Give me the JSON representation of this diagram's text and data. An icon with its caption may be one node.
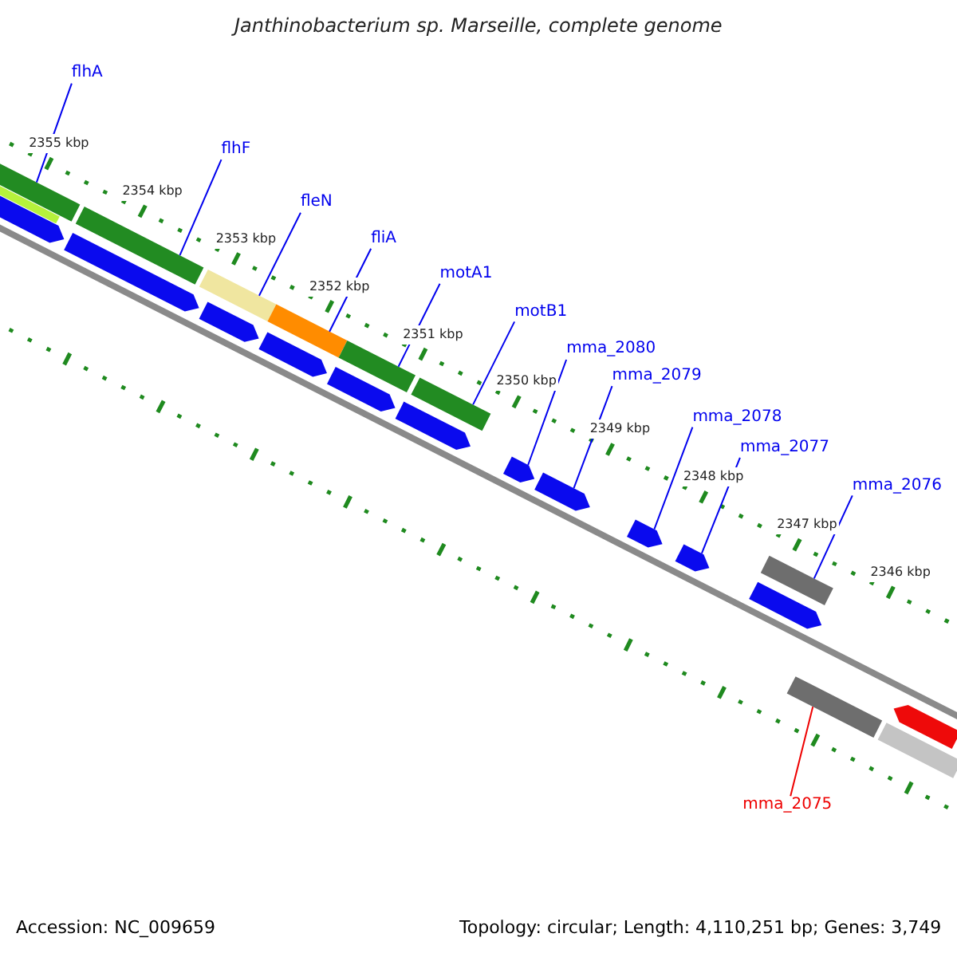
{
  "diagram": {
    "title": "Janthinobacterium sp. Marseille, complete genome",
    "nodes": [
      {
        "text": [
          "flhA"
        ]
      },
      {
        "text": [],
        "shape": "bar"
      },
      {
        "text": [
          "flhF"
        ]
      },
      {
        "text": [],
        "shape": "bar"
      },
      {
        "text": [
          "fleN"
        ]
      },
      {
        "text": [],
        "shape": "bar"
      },
      {
        "text": [
          "fliA"
        ]
      },
      {
        "text": [],
        "shape": "bar"
      },
      {
        "text": [
          "motA1"
        ]
      },
      {
        "text": [],
        "shape": "bar"
      },
      {
        "text": [
          "motB1"
        ]
      },
      {
        "text": [],
        "shape": "bar"
      },
      {
        "text": [
          "mma_2080"
        ]
      },
      {
        "text": [],
        "shape": "bar"
      },
      {
        "text": [
          "mma_2079"
        ]
      },
      {
        "text": [],
        "shape": "bar"
      },
      {
        "text": [
          "mma_2078"
        ]
      },
      {
        "text": [],
        "shape": "bar"
      },
      {
        "text": [
          "mma_2077"
        ]
      },
      {
        "text": [],
        "shape": "bar"
      },
      {
        "text": [
          "mma_2076"
        ]
      },
      {
        "text": [],
        "shape": "bar"
      },
      {
        "text": [
          "mma_2075"
        ]
      },
      {
        "text": [],
        "shape": "bar"
      },
      {
        "text": [],
        "shape": "bar"
      },
      {
        "text": [],
        "shape": "bar"
      },
      {
        "text": [],
        "shape": "bar"
      },
      {
        "text": [],
        "shape": "bar"
      },
      {
        "text": [],
        "shape": "bar"
      },
      {
        "text": [],
        "shape": "bar"
      },
      {
        "text": [],
        "shape": "bar"
      },
      {
        "text": [],
        "shape": "bar"
      },
      {
        "text": [],
        "shape": "bar"
      },
      {
        "text": [],
        "shape": "bar"
      }
    ],
    "edges": [
      {
        "from": 0,
        "to": 1,
        "arrow": "none"
      },
      {
        "from": 2,
        "to": 3,
        "arrow": "none"
      },
      {
        "from": 4,
        "to": 5,
        "arrow": "none"
      },
      {
        "from": 6,
        "to": 7,
        "arrow": "none"
      },
      {
        "from": 8,
        "to": 9,
        "arrow": "none"
      },
      {
        "from": 10,
        "to": 11,
        "arrow": "none"
      },
      {
        "from": 12,
        "to": 13,
        "arrow": "none"
      },
      {
        "from": 14,
        "to": 15,
        "arrow": "none"
      },
      {
        "from": 16,
        "to": 17,
        "arrow": "none"
      },
      {
        "from": 18,
        "to": 19,
        "arrow": "none"
      },
      {
        "from": 20,
        "to": 21,
        "arrow": "none"
      },
      {
        "from": 22,
        "to": 23,
        "arrow": "none",
        "color": "#ee0000"
      }
    ],
    "labels": [
      "2355 kbp",
      "2354 kbp",
      "2353 kbp",
      "2352 kbp",
      "2351 kbp",
      "2350 kbp",
      "2349 kbp",
      "2348 kbp",
      "2347 kbp",
      "2346 kbp",
      "Accession: NC_009659",
      "Topology: circular; Length: 4,110,251 bp; Genes: 3,749"
    ]
  }
}
